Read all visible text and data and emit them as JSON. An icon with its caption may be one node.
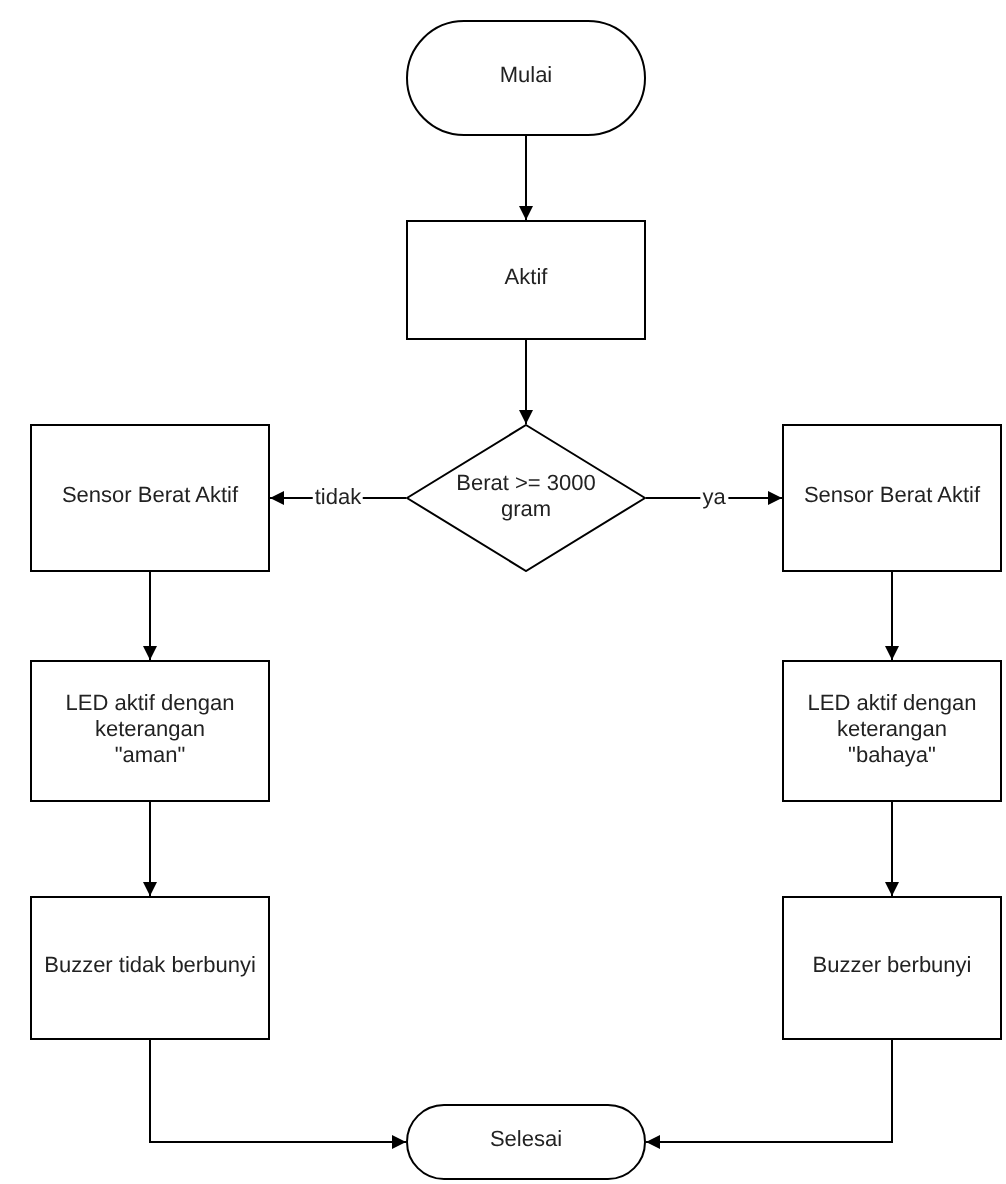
{
  "diagram": {
    "nodes": [
      {
        "text": [
          "Mulai"
        ]
      },
      {
        "text": [
          "Aktif"
        ]
      },
      {
        "text": [
          "Berat >= 3000 gram"
        ]
      },
      {
        "text": [
          "Sensor Berat Aktif"
        ]
      },
      {
        "text": [
          "Sensor Berat Aktif"
        ]
      },
      {
        "text": [
          "LED aktif dengan keterangan \"aman\""
        ]
      },
      {
        "text": [
          "LED aktif dengan keterangan \"bahaya\""
        ]
      },
      {
        "text": [
          "Buzzer tidak berbunyi"
        ]
      },
      {
        "text": [
          "Buzzer berbunyi"
        ]
      },
      {
        "text": [
          "Selesai"
        ]
      }
    ],
    "edges": [
      {
        "from": 0,
        "to": 1,
        "arrow": "to"
      },
      {
        "from": 1,
        "to": 2,
        "arrow": "to"
      },
      {
        "from": 2,
        "to": 3,
        "arrow": "to",
        "label": "tidak"
      },
      {
        "from": 2,
        "to": 4,
        "arrow": "to",
        "label": "ya"
      },
      {
        "from": 3,
        "to": 5,
        "arrow": "to"
      },
      {
        "from": 5,
        "to": 7,
        "arrow": "to"
      },
      {
        "from": 4,
        "to": 6,
        "arrow": "to"
      },
      {
        "from": 6,
        "to": 8,
        "arrow": "to"
      },
      {
        "from": 7,
        "to": 9,
        "arrow": "to"
      },
      {
        "from": 8,
        "to": 9,
        "arrow": "to"
      }
    ]
  }
}
